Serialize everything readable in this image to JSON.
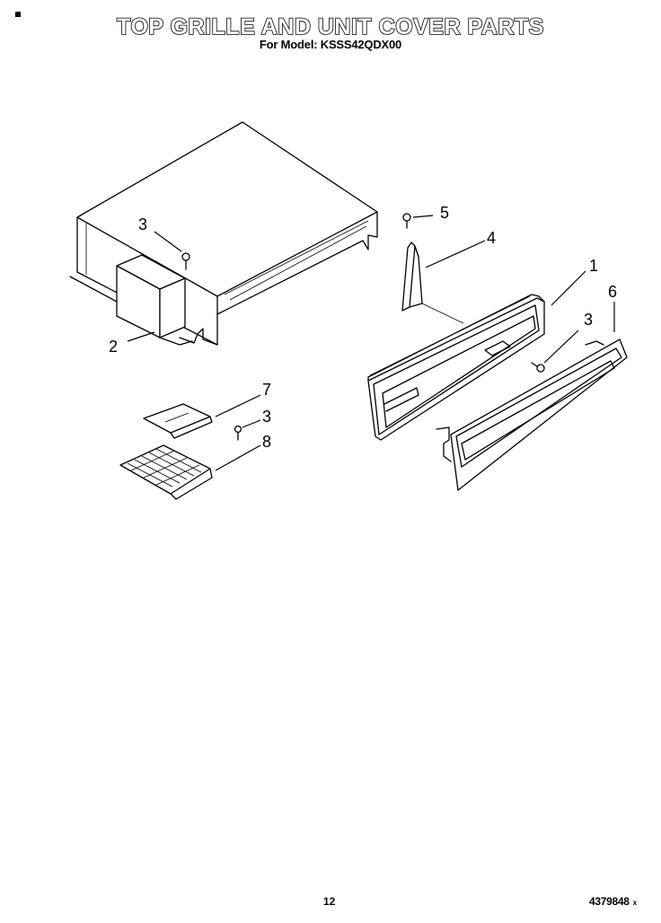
{
  "header": {
    "title": "TOP GRILLE AND UNIT COVER PARTS",
    "subtitle": "For Model: KSSS42QDX00"
  },
  "callouts": {
    "unit_cover": "1",
    "unit_cover_sub": "2",
    "screw_cover": "3",
    "screw_trim": "3",
    "screw_grille": "3",
    "bracket": "4",
    "screw_bracket": "5",
    "grille": "6",
    "deflector": "7",
    "grille_vent": "8"
  },
  "footer": {
    "page_number": "12",
    "doc_number": "4379848",
    "doc_suffix": "x"
  }
}
